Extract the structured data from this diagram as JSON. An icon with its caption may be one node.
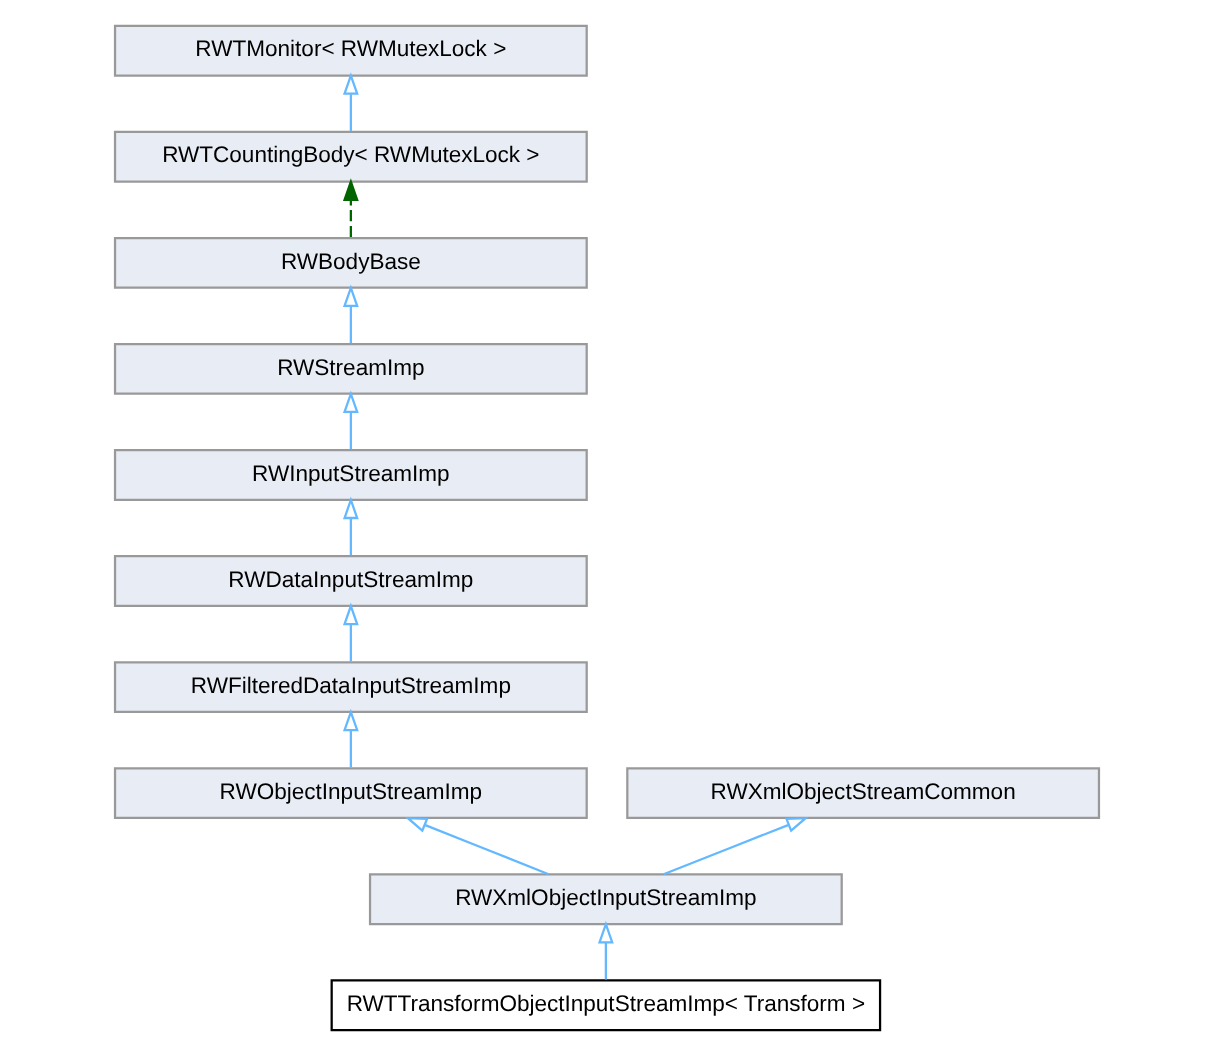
{
  "diagram": {
    "nodes": [
      {
        "text": [
          "RWTMonitor< RWMutexLock >"
        ]
      },
      {
        "text": [
          "RWTCountingBody< RWMutexLock >"
        ]
      },
      {
        "text": [
          "RWBodyBase"
        ]
      },
      {
        "text": [
          "RWStreamImp"
        ]
      },
      {
        "text": [
          "RWInputStreamImp"
        ]
      },
      {
        "text": [
          "RWDataInputStreamImp"
        ]
      },
      {
        "text": [
          "RWFilteredDataInputStreamImp"
        ]
      },
      {
        "text": [
          "RWObjectInputStreamImp"
        ]
      },
      {
        "text": [
          "RWXmlObjectStreamCommon"
        ]
      },
      {
        "text": [
          "RWXmlObjectInputStreamImp"
        ]
      },
      {
        "text": [
          "RWTTransformObjectInputStreamImp< Transform >"
        ]
      }
    ],
    "edges": [
      {
        "from": 1,
        "to": 0,
        "arrow": "to"
      },
      {
        "from": 2,
        "to": 1,
        "arrow": "to",
        "style": "dashed",
        "color": "#006400"
      },
      {
        "from": 3,
        "to": 2,
        "arrow": "to"
      },
      {
        "from": 4,
        "to": 3,
        "arrow": "to"
      },
      {
        "from": 5,
        "to": 4,
        "arrow": "to"
      },
      {
        "from": 6,
        "to": 5,
        "arrow": "to"
      },
      {
        "from": 7,
        "to": 6,
        "arrow": "to"
      },
      {
        "from": 9,
        "to": 7,
        "arrow": "to"
      },
      {
        "from": 9,
        "to": 8,
        "arrow": "to"
      },
      {
        "from": 10,
        "to": 9,
        "arrow": "to"
      }
    ]
  }
}
